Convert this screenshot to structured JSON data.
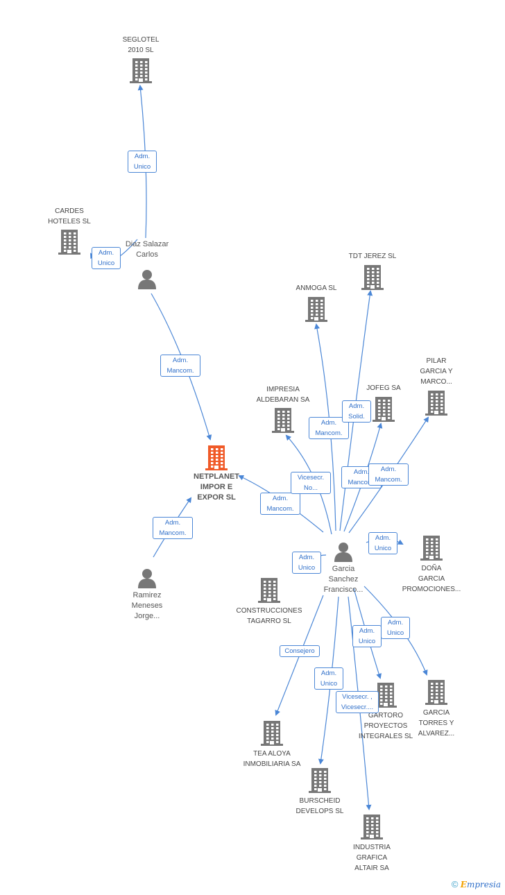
{
  "colors": {
    "edge": "#4a86d6",
    "company": "#777777",
    "main_company": "#f05a28",
    "person": "#777777"
  },
  "icons": {
    "company": "building-icon",
    "person": "person-icon"
  },
  "companies": [
    {
      "id": "seglotel",
      "label": "SEGLOTEL\n2010 SL"
    },
    {
      "id": "cardes",
      "label": "CARDES\nHOTELES SL"
    },
    {
      "id": "tdt",
      "label": "TDT JEREZ SL"
    },
    {
      "id": "anmoga",
      "label": "ANMOGA  SL"
    },
    {
      "id": "pilar",
      "label": "PILAR\nGARCIA Y\nMARCO..."
    },
    {
      "id": "impresia",
      "label": "IMPRESIA\nALDEBARAN SA"
    },
    {
      "id": "jofeg",
      "label": "JOFEG SA"
    },
    {
      "id": "netplanet",
      "label": "NETPLANET\nIMPOR E\nEXPOR SL",
      "main": true
    },
    {
      "id": "dona",
      "label": "DOÑA\nGARCIA\nPROMOCIONES..."
    },
    {
      "id": "construcciones",
      "label": "CONSTRUCCIONES\nTAGARRO SL"
    },
    {
      "id": "garcia_torres",
      "label": "GARCIA\nTORRES Y\nALVAREZ..."
    },
    {
      "id": "gartoro",
      "label": "GARTORO\nPROYECTOS\nINTEGRALES  SL"
    },
    {
      "id": "tea",
      "label": "TEA ALOYA\nINMOBILIARIA SA"
    },
    {
      "id": "burscheid",
      "label": "BURSCHEID\nDEVELOPS SL"
    },
    {
      "id": "industria",
      "label": "INDUSTRIA\nGRAFICA\nALTAIR SA"
    }
  ],
  "people": [
    {
      "id": "diaz",
      "label": "Diaz Salazar\nCarlos"
    },
    {
      "id": "ramirez",
      "label": "Ramirez\nMeneses\nJorge..."
    },
    {
      "id": "garcia",
      "label": "Garcia\nSanchez\nFrancisco..."
    }
  ],
  "relations": [
    {
      "from": "diaz",
      "to": "seglotel",
      "label": "Adm.\nUnico"
    },
    {
      "from": "diaz",
      "to": "cardes",
      "label": "Adm.\nUnico"
    },
    {
      "from": "diaz",
      "to": "netplanet",
      "label": "Adm.\nMancom."
    },
    {
      "from": "ramirez",
      "to": "netplanet",
      "label": "Adm.\nMancom."
    },
    {
      "from": "garcia",
      "to": "netplanet",
      "label": "Adm.\nMancom."
    },
    {
      "from": "garcia",
      "to": "impresia",
      "label": "Vicesecr.\nNo..."
    },
    {
      "from": "garcia",
      "to": "anmoga",
      "label": "Adm.\nMancom."
    },
    {
      "from": "garcia",
      "to": "tdt",
      "label": "Adm.\nSolid."
    },
    {
      "from": "garcia",
      "to": "jofeg",
      "label": "Adm.\nMancom."
    },
    {
      "from": "garcia",
      "to": "pilar",
      "label": "Adm.\nMancom."
    },
    {
      "from": "garcia",
      "to": "dona",
      "label": "Adm.\nUnico"
    },
    {
      "from": "garcia",
      "to": "construcciones",
      "label": "Adm.\nUnico"
    },
    {
      "from": "garcia",
      "to": "garcia_torres",
      "label": "Adm.\nUnico"
    },
    {
      "from": "garcia",
      "to": "gartoro",
      "label": "Adm.\nUnico"
    },
    {
      "from": "garcia",
      "to": "tea",
      "label": "Consejero"
    },
    {
      "from": "garcia",
      "to": "burscheid",
      "label": "Adm.\nUnico"
    },
    {
      "from": "garcia",
      "to": "industria",
      "label": "Vicesecr. ,\nVicesecr...."
    }
  ],
  "footer": {
    "copyright": "©",
    "brand_initial": "E",
    "brand_rest": "mpresia"
  }
}
